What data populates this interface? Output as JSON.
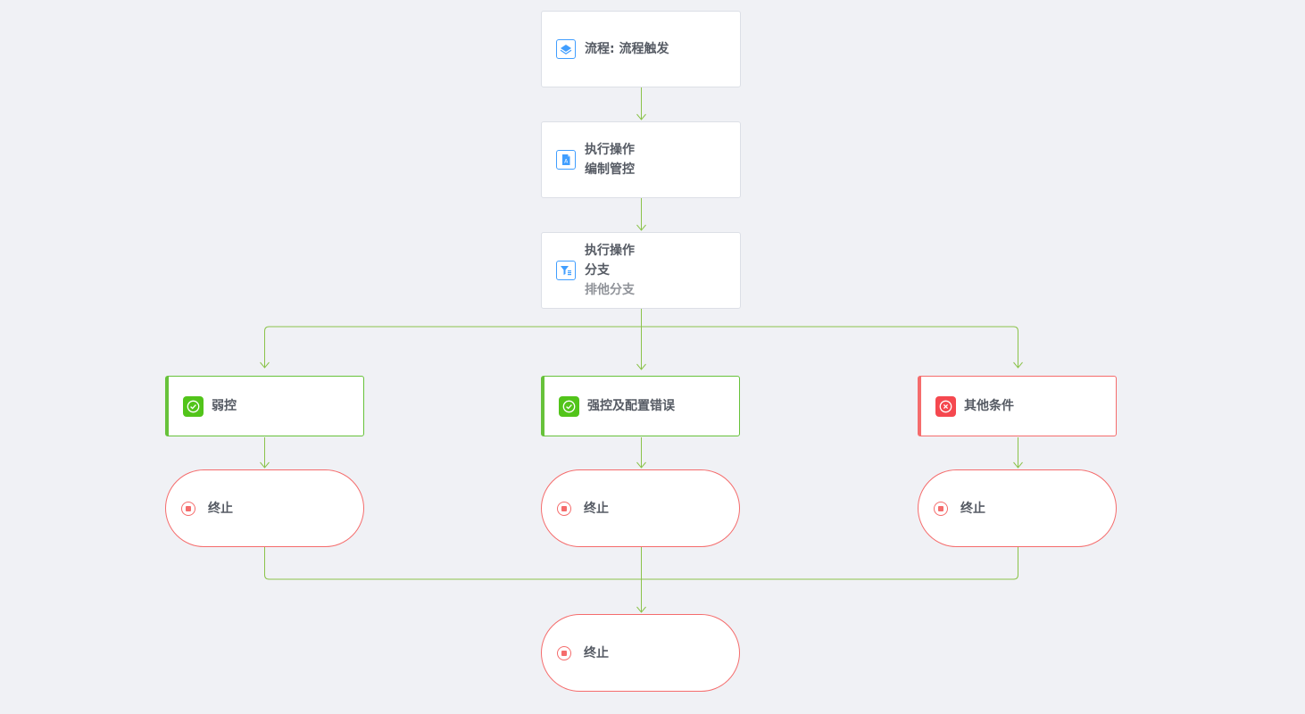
{
  "colors": {
    "background": "#f0f1f5",
    "connector": "#8bc34a",
    "success": "#52c41a",
    "danger": "#f56c6c",
    "accent": "#409eff"
  },
  "nodes": {
    "trigger": {
      "label": "流程: 流程触发",
      "icon": "layers-icon"
    },
    "action_compile": {
      "title": "执行操作",
      "label": "编制管控",
      "icon": "document-icon"
    },
    "action_branch": {
      "title": "执行操作",
      "label": "分支",
      "sublabel": "排他分支",
      "icon": "filter-icon"
    },
    "branches": [
      {
        "label": "弱控",
        "status": "ok",
        "icon": "check-circle-icon"
      },
      {
        "label": "强控及配置错误",
        "status": "ok",
        "icon": "check-circle-icon"
      },
      {
        "label": "其他条件",
        "status": "bad",
        "icon": "close-circle-icon"
      }
    ],
    "ends": [
      {
        "label": "终止",
        "icon": "stop-icon"
      },
      {
        "label": "终止",
        "icon": "stop-icon"
      },
      {
        "label": "终止",
        "icon": "stop-icon"
      }
    ],
    "final_end": {
      "label": "终止",
      "icon": "stop-icon"
    }
  }
}
